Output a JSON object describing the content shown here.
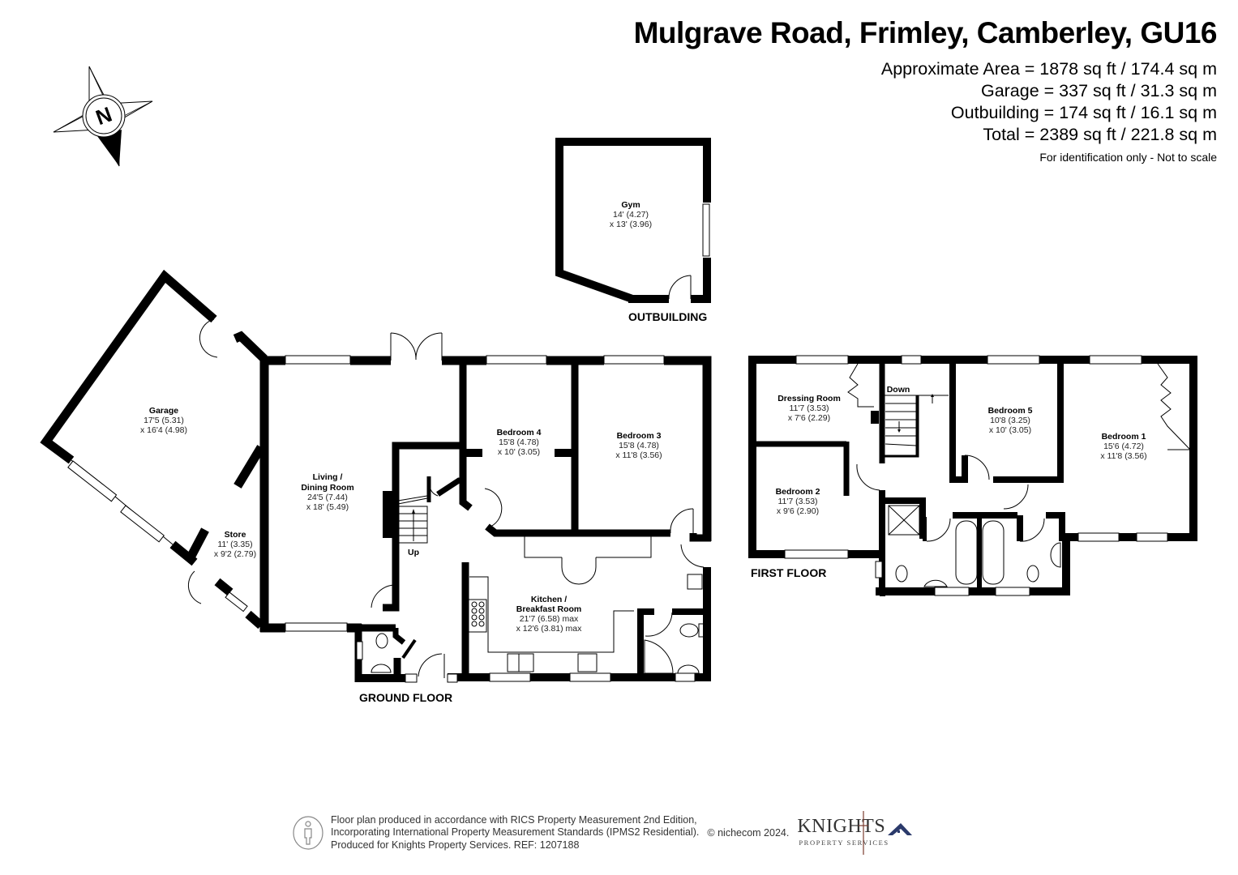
{
  "header": {
    "title": "Mulgrave Road, Frimley, Camberley, GU16",
    "areas": [
      "Approximate Area = 1878 sq ft / 174.4 sq m",
      "Garage = 337 sq ft / 31.3 sq m",
      "Outbuilding = 174 sq ft / 16.1 sq m",
      "Total = 2389 sq ft / 221.8 sq m"
    ],
    "disclaimer": "For identification only - Not to scale"
  },
  "compass": {
    "label": "N"
  },
  "floors": {
    "outbuilding": {
      "label": "OUTBUILDING",
      "rooms": [
        {
          "name": "Gym",
          "dim1": "14' (4.27)",
          "dim2": "x 13' (3.96)"
        }
      ]
    },
    "ground": {
      "label": "GROUND FLOOR",
      "stairs_label": "Up",
      "rooms": [
        {
          "name": "Garage",
          "dim1": "17'5 (5.31)",
          "dim2": "x 16'4 (4.98)"
        },
        {
          "name": "Store",
          "dim1": "11' (3.35)",
          "dim2": "x 9'2 (2.79)"
        },
        {
          "name": "Living /",
          "name2": "Dining Room",
          "dim1": "24'5 (7.44)",
          "dim2": "x 18' (5.49)"
        },
        {
          "name": "Bedroom 4",
          "dim1": "15'8 (4.78)",
          "dim2": "x 10' (3.05)"
        },
        {
          "name": "Bedroom 3",
          "dim1": "15'8 (4.78)",
          "dim2": "x 11'8 (3.56)"
        },
        {
          "name": "Kitchen /",
          "name2": "Breakfast Room",
          "dim1": "21'7 (6.58) max",
          "dim2": "x 12'6 (3.81) max"
        }
      ]
    },
    "first": {
      "label": "FIRST FLOOR",
      "stairs_label": "Down",
      "rooms": [
        {
          "name": "Dressing Room",
          "dim1": "11'7 (3.53)",
          "dim2": "x 7'6 (2.29)"
        },
        {
          "name": "Bedroom 2",
          "dim1": "11'7 (3.53)",
          "dim2": "x 9'6 (2.90)"
        },
        {
          "name": "Bedroom 5",
          "dim1": "10'8 (3.25)",
          "dim2": "x 10' (3.05)"
        },
        {
          "name": "Bedroom 1",
          "dim1": "15'6 (4.72)",
          "dim2": "x 11'8 (3.56)"
        }
      ]
    }
  },
  "footer": {
    "lines": [
      "Floor plan produced in accordance with RICS Property Measurement 2nd Edition,",
      "Incorporating International Property Measurement Standards (IPMS2 Residential).",
      "Produced for Knights Property Services.   REF: 1207188"
    ],
    "copyright": "© nichecom 2024.",
    "logo_main": "KNIGHTS",
    "logo_sub": "PROPERTY  SERVICES"
  },
  "colors": {
    "wall": "#000000",
    "text": "#000000",
    "logo_roof": "#2b3a6b",
    "logo_post": "#7a3b2e"
  }
}
